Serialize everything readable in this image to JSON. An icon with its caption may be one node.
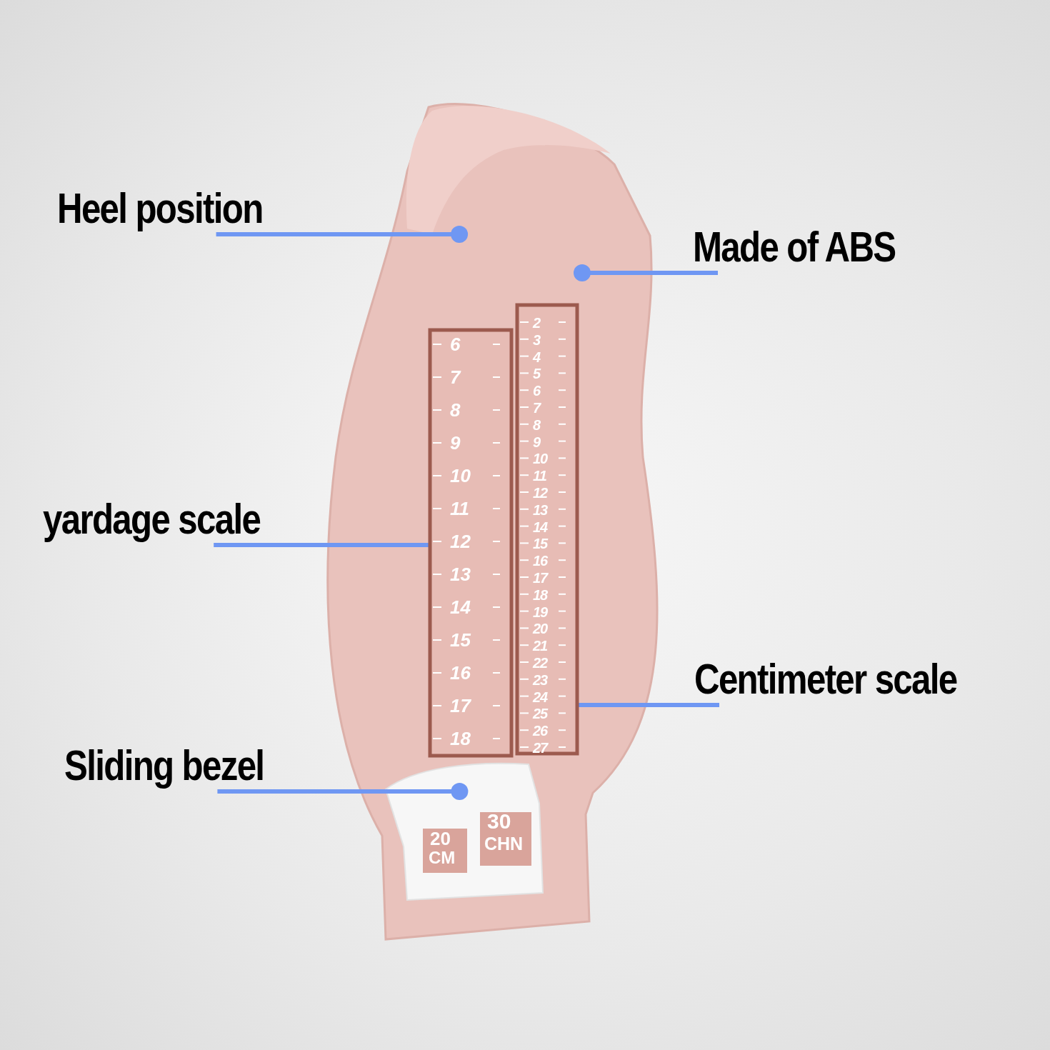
{
  "diagram": {
    "nodes": [
      {
        "text": [
          "Heel position"
        ]
      },
      {
        "text": [
          "Made of ABS"
        ]
      },
      {
        "text": [
          "yardage scale"
        ]
      },
      {
        "text": [
          "Centimeter scale"
        ]
      },
      {
        "text": [
          "Sliding bezel"
        ]
      },
      {
        "text": [],
        "shape": "picture"
      },
      {
        "text": [],
        "shape": "picture",
        "in": 5
      },
      {
        "text": [],
        "shape": "picture",
        "in": 5
      },
      {
        "text": [],
        "shape": "picture",
        "in": 5
      },
      {
        "text": [],
        "shape": "picture",
        "in": 5
      }
    ],
    "edges": [
      {
        "from": 0,
        "to": 6,
        "arrow": "other"
      },
      {
        "from": 1,
        "to": 5,
        "arrow": "other"
      },
      {
        "from": 2,
        "to": 7,
        "arrow": "other"
      },
      {
        "from": 3,
        "to": 8,
        "arrow": "other"
      },
      {
        "from": 4,
        "to": 9,
        "arrow": "other"
      }
    ],
    "labels": [
      "6",
      "7",
      "8",
      "9",
      "10",
      "11",
      "12",
      "13",
      "14",
      "15",
      "16",
      "17",
      "18",
      "2",
      "3",
      "4",
      "5",
      "6",
      "7",
      "8",
      "9",
      "10",
      "11",
      "12",
      "13",
      "14",
      "15",
      "16",
      "17",
      "18",
      "19",
      "20",
      "21",
      "22",
      "23",
      "24",
      "25",
      "26",
      "27",
      "20",
      "CM",
      "30",
      "CHN"
    ]
  }
}
